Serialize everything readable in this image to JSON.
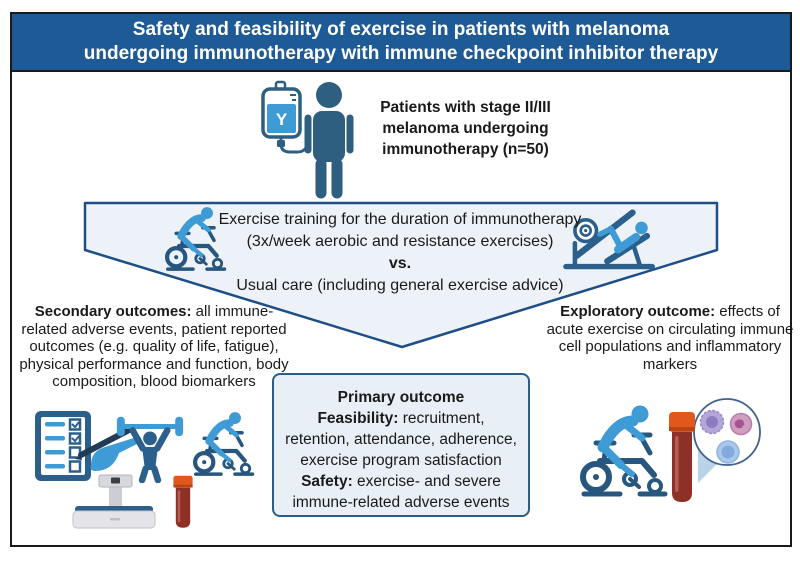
{
  "title": {
    "line1": "Safety and feasibility of exercise in patients with melanoma",
    "line2": "undergoing immunotherapy with immune checkpoint inhibitor therapy"
  },
  "patient": {
    "text": "Patients with stage II/III melanoma undergoing immunotherapy (n=50)",
    "antibody_symbol": "Y"
  },
  "intervention": {
    "line1": "Exercise training for the duration of immunotherapy",
    "line2": "(3x/week aerobic and resistance exercises)",
    "vs": "vs.",
    "line3": "Usual care (including general exercise advice)"
  },
  "secondary_outcomes": {
    "label": "Secondary outcomes:",
    "text": " all immune-related adverse events, patient reported outcomes (e.g. quality of life, fatigue), physical performance and function, body composition, blood biomarkers"
  },
  "exploratory_outcome": {
    "label": "Exploratory outcome:",
    "text": " effects of acute exercise on circulating immune cell populations and inflammatory markers"
  },
  "primary_outcome": {
    "title": "Primary outcome",
    "feasibility_label": "Feasibility:",
    "feasibility_text": " recruitment, retention, attendance, adherence, exercise program satisfaction",
    "safety_label": "Safety:",
    "safety_text": " exercise- and severe immune-related adverse events"
  },
  "icons": {
    "iv_patient": "person with IV immunotherapy infusion bag",
    "spin_bike": "stationary exercise bike with rider",
    "leg_press": "leg press resistance machine with person",
    "checklist": "questionnaire checklist with hand and pencil",
    "weightlifter": "person lifting barbell overhead",
    "dxa_scanner": "body composition DXA scanner",
    "blood_tube": "blood sample tube",
    "immune_cells": "magnified circle with immune cells"
  },
  "colors": {
    "header_bg": "#1e5a96",
    "outline": "#1a1a1a",
    "funnel_fill": "#edf2f8",
    "funnel_border": "#1d4e86",
    "box_fill": "#e9eff6",
    "box_border": "#2a5d8a",
    "icon_dark_blue": "#2b5f8c",
    "icon_light_blue": "#3e9bd5",
    "blood_red": "#8e3026",
    "cap_orange": "#e2571c",
    "beam_blue": "#b9d4e8",
    "cell_purple": "#b4a6d8",
    "cell_pink": "#cf9ec0",
    "cell_blue": "#a9c9ec"
  }
}
